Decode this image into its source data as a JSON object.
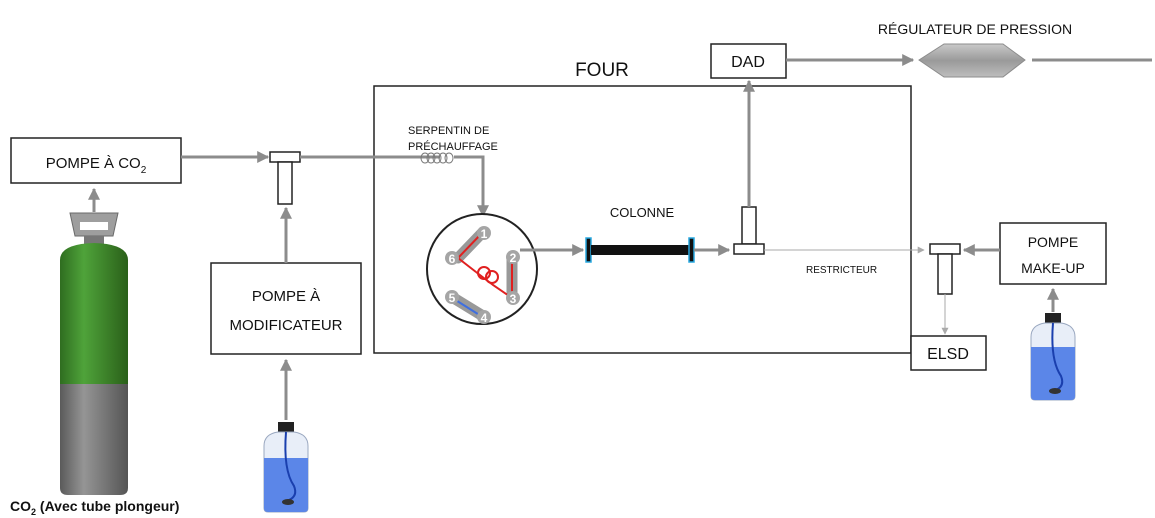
{
  "labels": {
    "oven": "FOUR",
    "co2_pump": "POMPE À CO",
    "co2_pump_sub": "2",
    "modifier_pump_line1": "POMPE À",
    "modifier_pump_line2": "MODIFICATEUR",
    "preheat_line1": "SERPENTIN DE",
    "preheat_line2": "PRÉCHAUFFAGE",
    "column": "COLONNE",
    "dad": "DAD",
    "pressure_regulator": "RÉGULATEUR DE PRESSION",
    "restrictor": "RESTRICTEUR",
    "makeup_pump_line1": "POMPE",
    "makeup_pump_line2": "MAKE-UP",
    "elsd": "ELSD",
    "cylinder_caption_pre": "CO",
    "cylinder_caption_sub": "2",
    "cylinder_caption_post": " (Avec tube plongeur)"
  },
  "valve_ports": [
    "1",
    "2",
    "3",
    "4",
    "5",
    "6"
  ],
  "colors": {
    "pipe": "#8c8c8c",
    "cylinder_green": "#3d8a2a",
    "cylinder_gray": "#7a7a7a",
    "valve_red": "#e02020",
    "column_accent": "#29a8e0",
    "solvent_blue": "#3f6fe0",
    "regulator_gray": "#9a9a9a"
  }
}
